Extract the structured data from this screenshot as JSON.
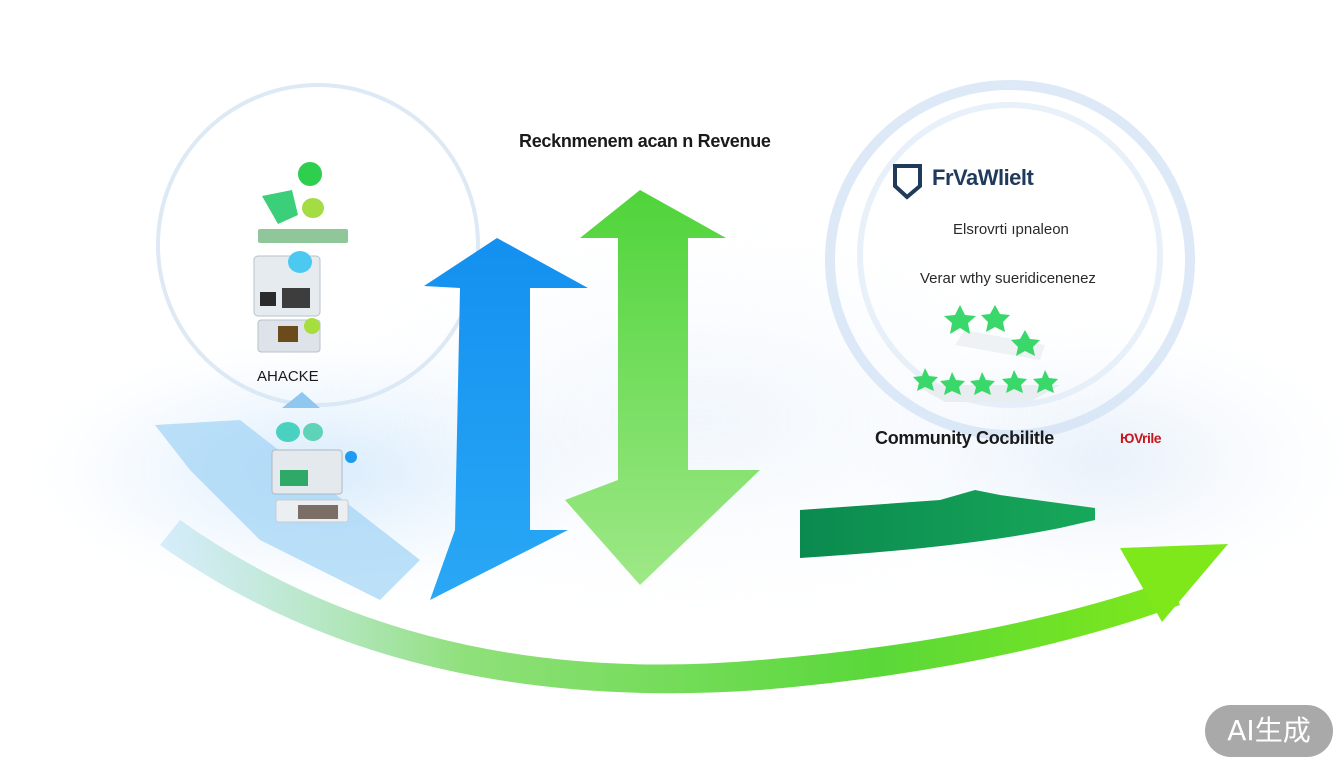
{
  "title": "Recknmenem acan n Revenue",
  "left_label": "AHACKE",
  "brand": {
    "name": "FrVaWlielt",
    "icon": "shield-icon"
  },
  "right_lines": [
    "Elsrovrti ıpnaleon",
    "Verar wthy sueridicenenez"
  ],
  "community_label": "Community Cocbilitle",
  "red_tag": "ЮVrile",
  "watermark": "AI生成",
  "colors": {
    "blue_arrow": "#1e9bf0",
    "green_arrow": "#5fdc3c",
    "dark_green": "#0e8a4e",
    "lime": "#7ee81a",
    "brand_navy": "#1f3a5a",
    "red": "#c8161d"
  }
}
